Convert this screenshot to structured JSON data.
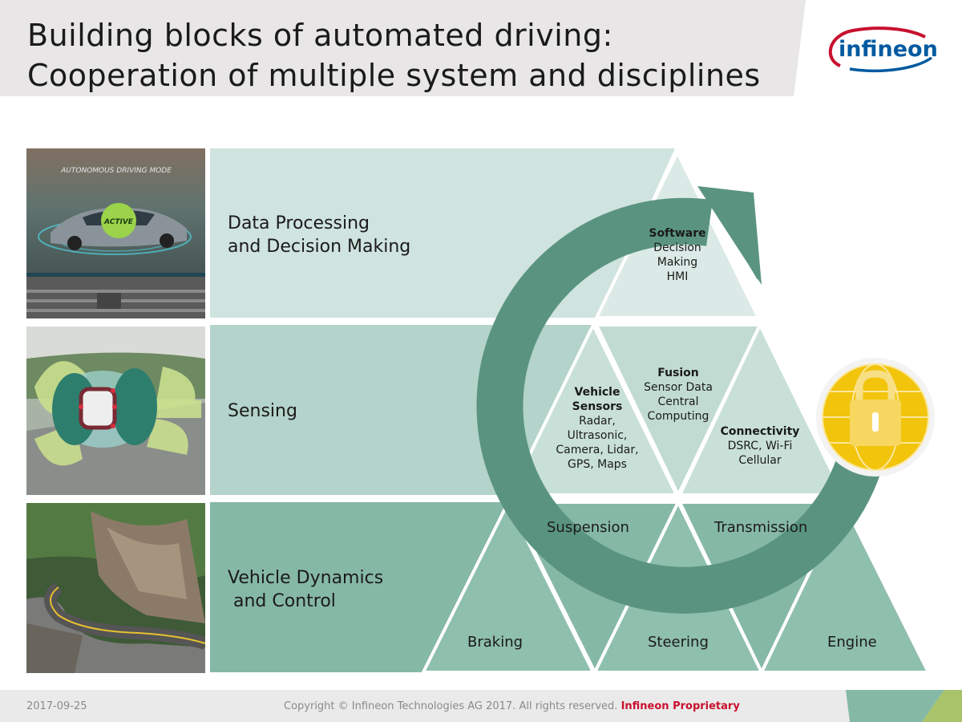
{
  "header": {
    "title_line1": "Building blocks of automated driving:",
    "title_line2": "Cooperation of multiple system and disciplines",
    "logo_text": "infineon"
  },
  "thumbs": {
    "autonomous_text": "AUTONOMOUS DRIVING MODE",
    "active_text": "ACTIVE"
  },
  "rows": {
    "processing": "Data Processing\nand Decision Making",
    "sensing": "Sensing",
    "dynamics": "Vehicle Dynamics\n and Control"
  },
  "processing_triangle": {
    "title": "Software",
    "lines": [
      "Decision",
      "Making",
      "HMI"
    ]
  },
  "sensing_triangles": {
    "vehicle_sensors": {
      "title1": "Vehicle",
      "title2": "Sensors",
      "lines": [
        "Radar,",
        "Ultrasonic,",
        "Camera, Lidar,",
        "GPS, Maps"
      ]
    },
    "fusion": {
      "title": "Fusion",
      "lines": [
        "Sensor Data",
        "Central",
        "Computing"
      ]
    },
    "connectivity": {
      "title": "Connectivity",
      "lines": [
        "DSRC, Wi-Fi",
        "Cellular"
      ]
    }
  },
  "dynamics_triangles": {
    "suspension": "Suspension",
    "transmission": "Transmission",
    "braking": "Braking",
    "steering": "Steering",
    "engine": "Engine"
  },
  "footer": {
    "date": "2017-09-25",
    "copyright": "Copyright © Infineon Technologies AG 2017. All rights reserved.",
    "proprietary": "Infineon Proprietary"
  },
  "colors": {
    "row1": "#cfe3df",
    "row2": "#b4d3ca",
    "row3": "#86b8a6",
    "arrow": "#5a9480",
    "header_bg": "#e8e6e6",
    "lock_gold": "#f2c40c",
    "accent_red": "#c8102e",
    "logo_blue": "#005aa0"
  },
  "icons": [
    "lock-icon",
    "cycle-arrow-icon",
    "infineon-logo"
  ]
}
